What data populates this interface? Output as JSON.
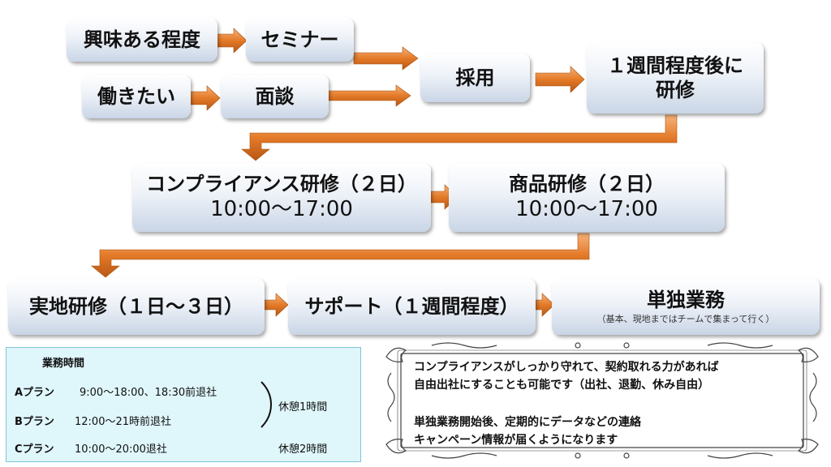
{
  "flow": {
    "kyomi": "興味ある程度",
    "seminar": "セミナー",
    "hataraki": "働きたい",
    "mendan": "面談",
    "saiyo": "採用",
    "kenshu1": "１週間程度後に",
    "kenshu2": "研修",
    "comp_title": "コンプライアンス研修（２日）",
    "comp_time": "10:00～17:00",
    "shohin_title": "商品研修（２日）",
    "shohin_time": "10:00～17:00",
    "jicchi": "実地研修（１日～３日）",
    "support": "サポート（１週間程度）",
    "tandoku": "単独業務",
    "tandoku_sub": "（基本、現地まではチームで集まって行く）"
  },
  "hours": {
    "title": "業務時間",
    "a_plan": "Aプラン",
    "a_time": "9:00～18:00、18:30前退社",
    "b_plan": "Bプラン",
    "b_time": "12:00～21時前退社",
    "c_plan": "Cプラン",
    "c_time": "10:00～20:00退社",
    "break1": "休憩1時間",
    "break2": "休憩2時間"
  },
  "note": {
    "line1": "コンプライアンスがしっかり守れて、契約取れる力があれば",
    "line2": "自由出社にすることも可能です（出社、退勤、休み自由）",
    "line3": "単独業務開始後、定期的にデータなどの連絡",
    "line4": "キャンペーン情報が届くようになります"
  },
  "colors": {
    "arrow": "#e37a28",
    "arrow_dark": "#b85714",
    "panel_bg": "#dff6fb"
  }
}
